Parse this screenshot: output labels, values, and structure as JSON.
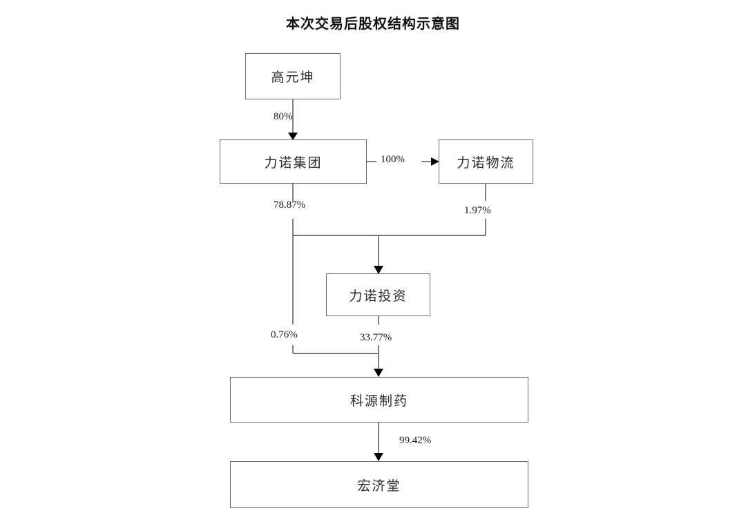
{
  "title": "本次交易后股权结构示意图",
  "diagram": {
    "type": "org-equity-structure",
    "nodes": [
      {
        "id": "gaoyuankun",
        "label": "高元坤"
      },
      {
        "id": "linuo-group",
        "label": "力诺集团"
      },
      {
        "id": "linuo-logistics",
        "label": "力诺物流"
      },
      {
        "id": "linuo-investment",
        "label": "力诺投资"
      },
      {
        "id": "keyuan-pharma",
        "label": "科源制药"
      },
      {
        "id": "hongjitang",
        "label": "宏济堂"
      }
    ],
    "edges": [
      {
        "from": "gaoyuankun",
        "to": "linuo-group",
        "label": "80%"
      },
      {
        "from": "linuo-group",
        "to": "linuo-logistics",
        "label": "100%"
      },
      {
        "from": "linuo-group",
        "to": "linuo-investment",
        "label": "78.87%"
      },
      {
        "from": "linuo-logistics",
        "to": "linuo-investment",
        "label": "1.97%"
      },
      {
        "from": "linuo-group",
        "to": "keyuan-pharma",
        "label": "0.76%"
      },
      {
        "from": "linuo-investment",
        "to": "keyuan-pharma",
        "label": "33.77%"
      },
      {
        "from": "keyuan-pharma",
        "to": "hongjitang",
        "label": "99.42%"
      }
    ]
  },
  "colors": {
    "box_border": "#6b6b6b",
    "connector": "#4a4a4a",
    "text": "#2b2b2b",
    "background": "#ffffff"
  }
}
